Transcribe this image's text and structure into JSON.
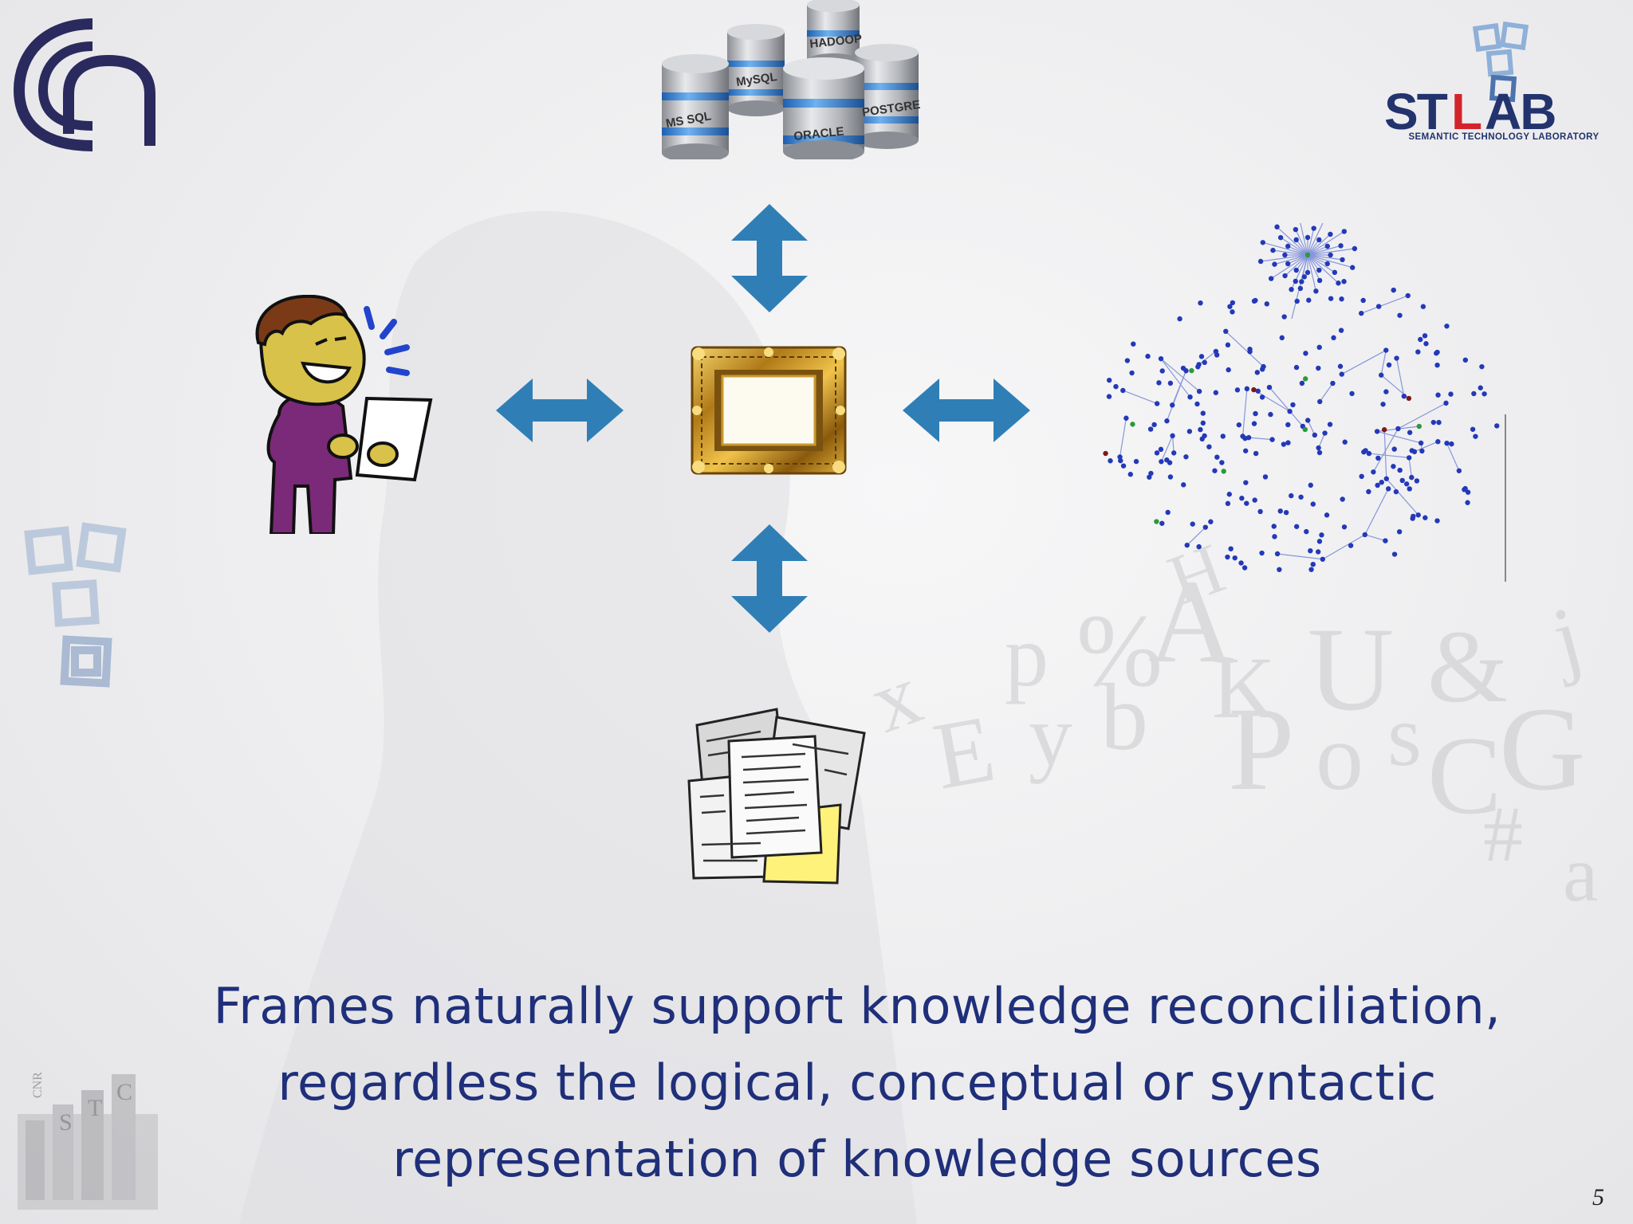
{
  "caption": {
    "line1": "Frames naturally support knowledge reconciliation,",
    "line2": "regardless the logical, conceptual or syntactic",
    "line3": "representation of knowledge sources"
  },
  "page_number": "5",
  "stlab_logo": {
    "subtitle": "SEMANTIC TECHNOLOGY LABORATORY"
  },
  "databases": [
    "MS SQL",
    "MySQL",
    "HADOOP",
    "ORACLE",
    "POSTGRE"
  ],
  "icons": {
    "top_left_logo": "cnr-logo",
    "top_right_logo": "stlab-logo",
    "bottom_left_logo": "istc-cnr-logo",
    "center": "golden-frame",
    "top": "database-cylinders",
    "left": "person-reading-paper",
    "right": "network-graph",
    "bottom": "document-stack",
    "arrows": "double-headed-blue-arrow"
  },
  "colors": {
    "caption": "#1f2f7a",
    "arrow": "#2f7fb6",
    "cnr_logo": "#2a2a5e",
    "stlab_blue": "#22336e",
    "stlab_red": "#d3242b",
    "graph_nodes": "#2339b8"
  }
}
